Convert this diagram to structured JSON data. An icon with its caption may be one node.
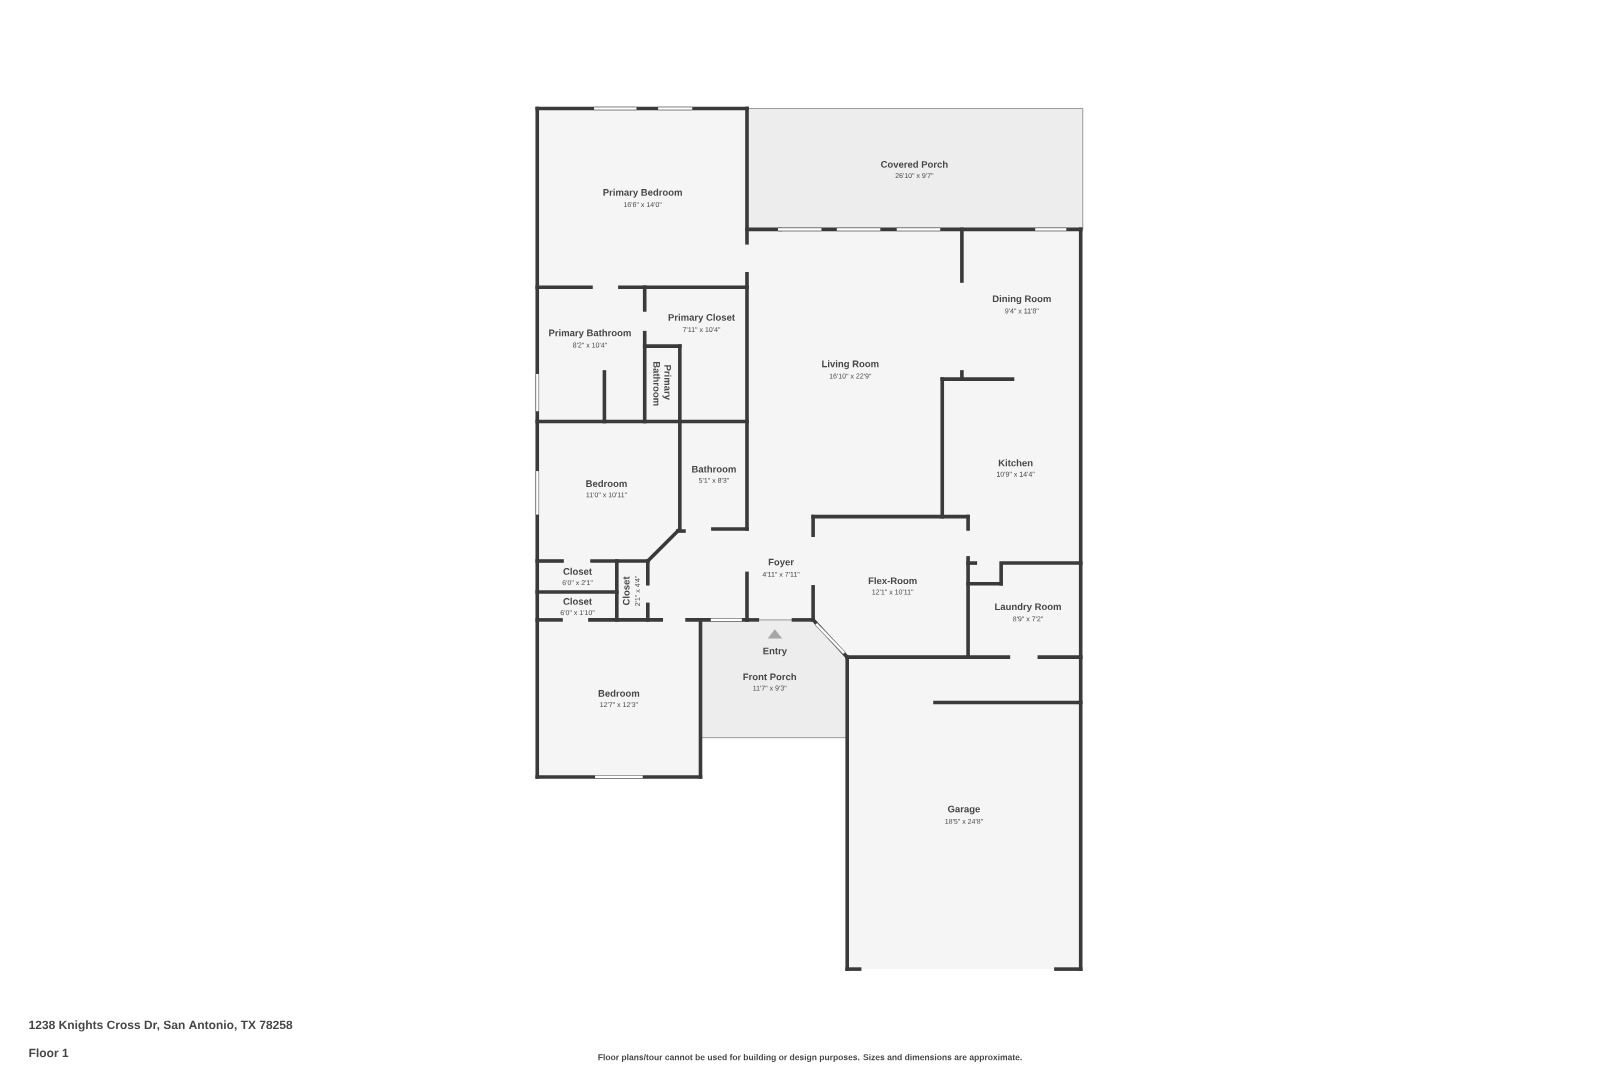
{
  "diagram": {
    "labels": [
      "Covered Porch",
      "26'10\" x 9'7\"",
      "Primary Bedroom",
      "16'6\" x 14'0\"",
      "Dining Room",
      "9'4\" x 11'8\"",
      "Primary Closet",
      "7'11\" x 10'4\"",
      "Primary Bathroom",
      "8'2\" x 10'4\"",
      "Living Room",
      "16'10\" x 22'9\"",
      "Primary Bathroom",
      "Kitchen",
      "10'9\" x 14'4\"",
      "Bathroom",
      "5'1\" x 8'3\"",
      "Bedroom",
      "11'0\" x 10'11\"",
      "Foyer",
      "4'11\" x 7'11\"",
      "Closet",
      "6'0\" x 2'1\"",
      "Flex-Room",
      "12'1\" x 10'11\"",
      "Closet",
      "2'1\" x 4'4\"",
      "Closet",
      "6'0\" x 1'10\"",
      "Laundry Room",
      "8'9\" x 7'2\"",
      "Entry",
      "Front Porch",
      "11'7\" x 9'3\"",
      "Bedroom",
      "12'7\" x 12'3\"",
      "Garage",
      "18'5\" x 24'8\"",
      "1238 Knights Cross Dr, San Antonio, TX 78258",
      "Floor 1",
      "Floor plans/tour cannot be used for building or design purposes. Sizes and dimensions are approximate."
    ]
  }
}
